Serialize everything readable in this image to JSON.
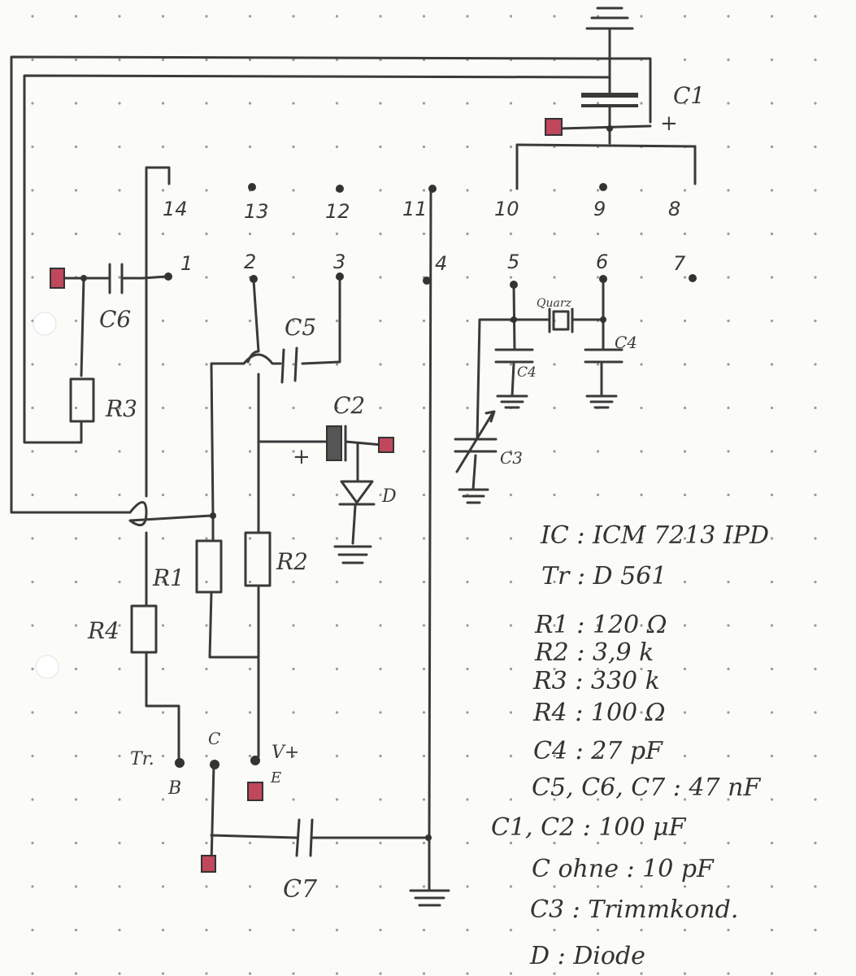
{
  "pins": {
    "p14": "14",
    "p13": "13",
    "p12": "12",
    "p11": "11",
    "p10": "10",
    "p9": "9",
    "p8": "8",
    "p1": "1",
    "p2": "2",
    "p3": "3",
    "p4": "4",
    "p5": "5",
    "p6": "6",
    "p7": "7"
  },
  "components": {
    "c1": "C1",
    "c2": "C2",
    "c3": "C3",
    "c4a": "C4",
    "c4b": "C4",
    "c5": "C5",
    "c6": "C6",
    "c7": "C7",
    "r1": "R1",
    "r2": "R2",
    "r3": "R3",
    "r4": "R4",
    "d": "D",
    "quarz": "Quarz",
    "plus_c1": "+",
    "plus_c2": "+"
  },
  "transistor": {
    "tr": "Tr.",
    "b": "B",
    "c": "C",
    "e": "E",
    "vplus": "V+"
  },
  "legend": [
    "IC :   ICM 7213 IPD",
    "Tr :    D 561",
    "R1 :    120 Ω",
    "R2 :    3,9 k",
    "R3 :    330 k",
    "R4 :    100 Ω",
    "C4 :   27 pF",
    "C5, C6, C7 :  47 nF",
    "C1, C2 : 100 μF",
    "C ohne : 10 pF",
    "C3 : Trimmkond.",
    "D : Diode"
  ]
}
